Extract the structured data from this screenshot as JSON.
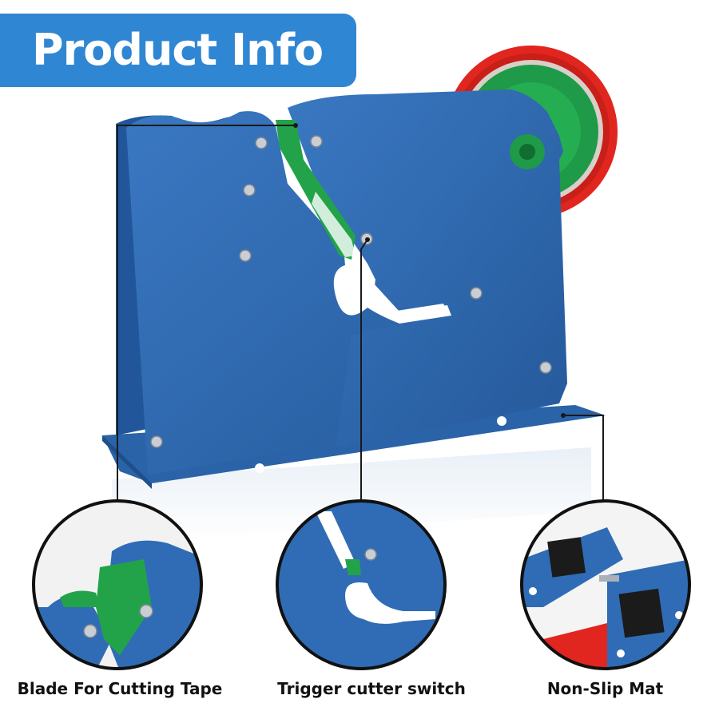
{
  "banner": {
    "title": "Product Info"
  },
  "callouts": [
    {
      "label": "Blade For Cutting Tape"
    },
    {
      "label": "Trigger cutter switch"
    },
    {
      "label": "Non-Slip Mat"
    }
  ],
  "colors": {
    "banner": "#2f86d3",
    "dispenser_body": "#2f6cb5",
    "gear": "#22a34a",
    "tape": "#e0261f",
    "mat": "#1b1b1b"
  }
}
